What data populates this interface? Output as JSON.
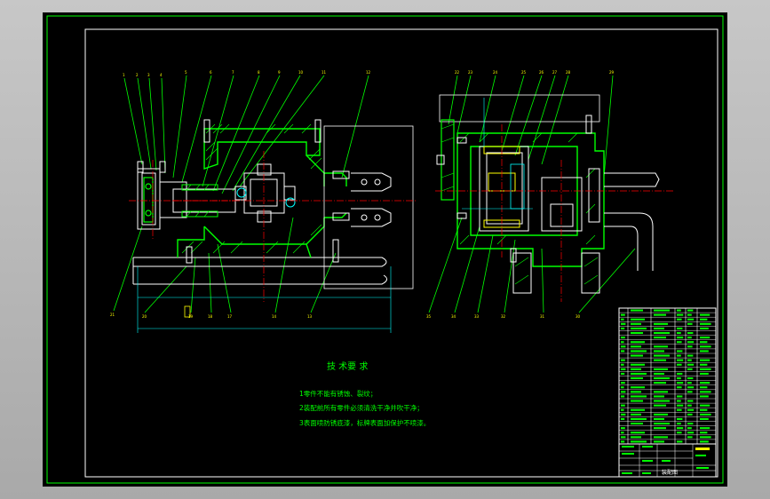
{
  "colors": {
    "background": "#000000",
    "frame": "#ffffff",
    "line": "#00ff00",
    "green": "#00c800",
    "yellow": "#ffff00",
    "cyan": "#00ffff",
    "white": "#ffffff",
    "red": "#ff0000",
    "blue": "#0000ff",
    "shell": "#b4b4b4"
  },
  "technical_requirements": {
    "title": "技 术要 求",
    "items": [
      "1零件不能有锈蚀、裂纹；",
      "2装配前所有零件必须清洗干净并吹干净；",
      "3表面喷防锈底漆，标牌表面加保护不喷漆。"
    ]
  },
  "title_block": {
    "drawing_name": "装配图"
  }
}
